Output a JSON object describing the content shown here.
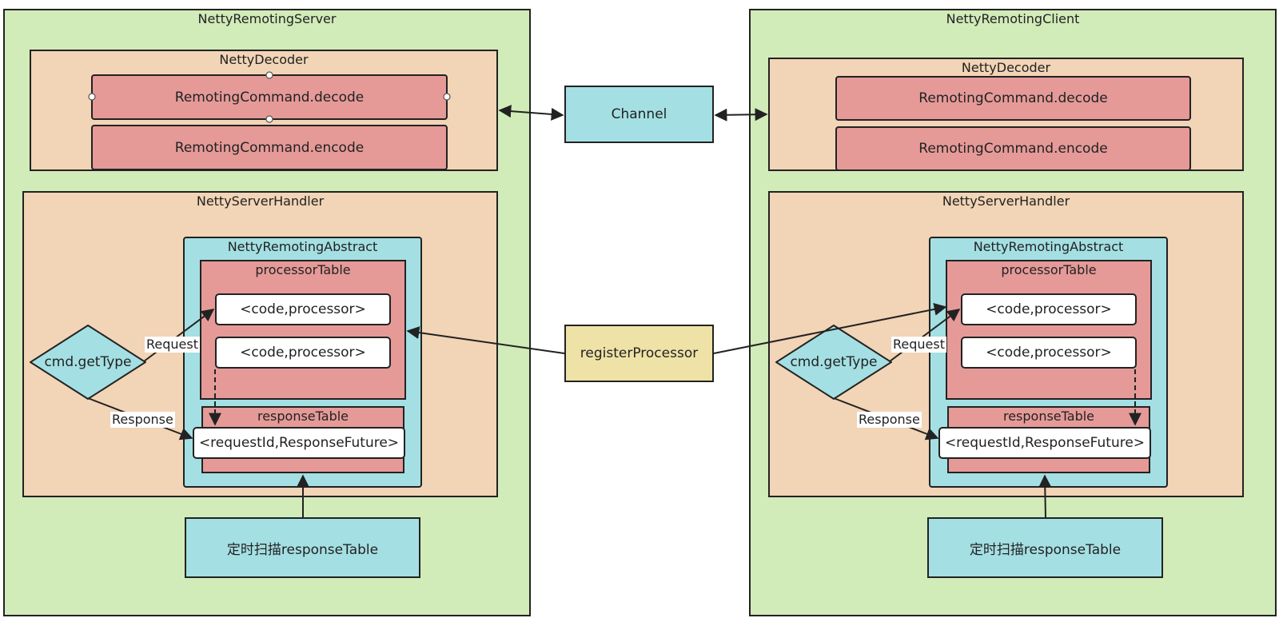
{
  "server": {
    "title": "NettyRemotingServer",
    "decoder": {
      "title": "NettyDecoder",
      "decode": "RemotingCommand.decode",
      "encode": "RemotingCommand.encode"
    },
    "handler": {
      "title": "NettyServerHandler",
      "abstract": {
        "title": "NettyRemotingAbstract",
        "processor_table": {
          "title": "processorTable",
          "rows": [
            "<code,processor>",
            "<code,processor>"
          ]
        },
        "response_table": {
          "title": "responseTable",
          "row": "<requestId,ResponseFuture>"
        }
      },
      "decision": "cmd.getType",
      "request_label": "Request",
      "response_label": "Response"
    },
    "scanner": "定时扫描responseTable"
  },
  "client": {
    "title": "NettyRemotingClient",
    "decoder": {
      "title": "NettyDecoder",
      "decode": "RemotingCommand.decode",
      "encode": "RemotingCommand.encode"
    },
    "handler": {
      "title": "NettyServerHandler",
      "abstract": {
        "title": "NettyRemotingAbstract",
        "processor_table": {
          "title": "processorTable",
          "rows": [
            "<code,processor>",
            "<code,processor>"
          ]
        },
        "response_table": {
          "title": "responseTable",
          "row": "<requestId,ResponseFuture>"
        }
      },
      "decision": "cmd.getType",
      "request_label": "Request",
      "response_label": "Response"
    },
    "scanner": "定时扫描responseTable"
  },
  "channel": "Channel",
  "register_processor": "registerProcessor",
  "colors": {
    "container_green": "#d1ebb9",
    "peach": "#f2d4b6",
    "red": "#e59a98",
    "cyan": "#a4dfe3",
    "yellow": "#efe2a7"
  }
}
